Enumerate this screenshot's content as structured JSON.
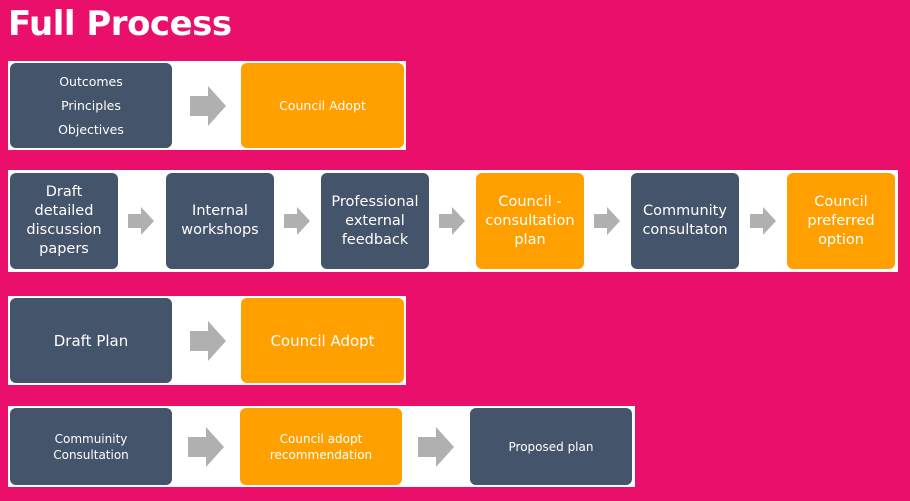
{
  "title": "Full Process",
  "colors": {
    "background": "#ea0f6b",
    "dark_box": "#44546a",
    "orange_box": "#ffa000",
    "arrow": "#b0b0b0"
  },
  "row1": {
    "box1_lines": "Outcomes\nPrinciples\nObjectives",
    "box2": "Council Adopt"
  },
  "row2": {
    "box1": "Draft\ndetailed\ndiscussion\npapers",
    "box2": "Internal\nworkshops",
    "box3": "Professional\nexternal\nfeedback",
    "box4": "Council -\nconsultation\nplan",
    "box5": "Community\nconsultaton",
    "box6": "Council\npreferred\noption"
  },
  "row3": {
    "box1": "Draft Plan",
    "box2": "Council Adopt"
  },
  "row4": {
    "box1": "Commuinity\nConsultation",
    "box2": "Council adopt\nrecommendation",
    "box3": "Proposed plan"
  }
}
